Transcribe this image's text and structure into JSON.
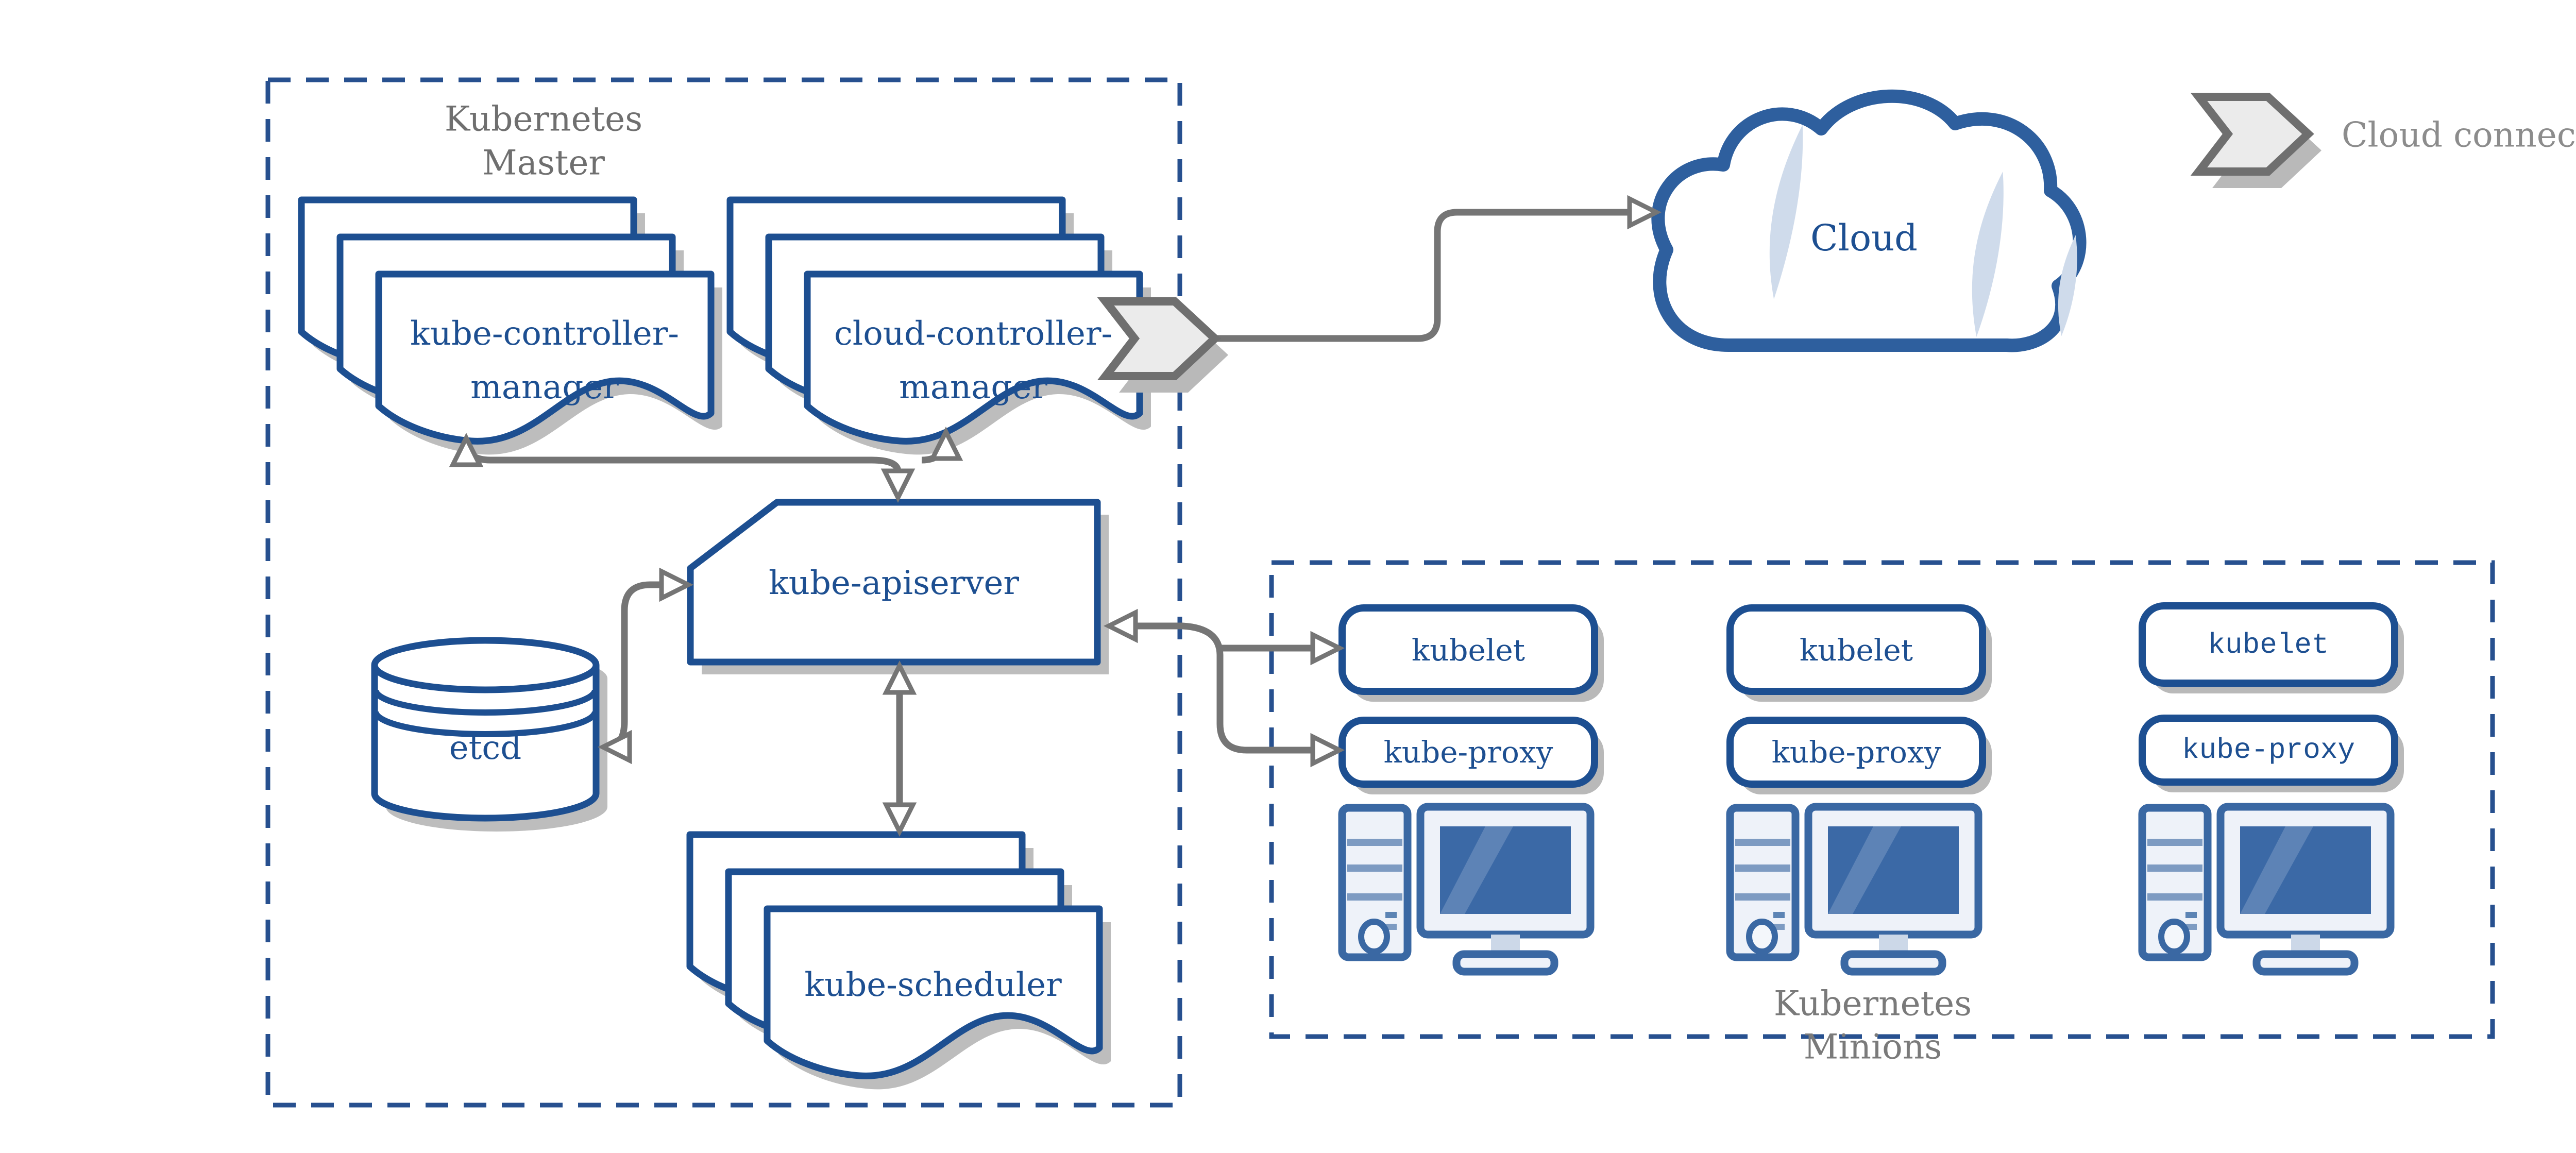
{
  "colors": {
    "diagram_blue": "#1d4f91",
    "cloud_blue": "#2e5f9e",
    "computer_blue": "#3a68a3",
    "screen_blue": "#3b69a6",
    "connector_gray": "#757575",
    "label_gray": "#6f6f6f",
    "legend_gray": "#8c8c8c",
    "shadow_gray": "#bdbdbd",
    "dashed_border_blue": "#27508f"
  },
  "master": {
    "label": [
      "Kubernetes",
      "Master"
    ],
    "kube_controller_manager": [
      "kube-controller-",
      "manager"
    ],
    "cloud_controller_manager": [
      "cloud-controller-",
      "manager"
    ],
    "kube_apiserver": "kube-apiserver",
    "etcd": "etcd",
    "kube_scheduler": "kube-scheduler"
  },
  "cloud": {
    "label": "Cloud"
  },
  "legend": {
    "label": "Cloud connector"
  },
  "minions": {
    "label": [
      "Kubernetes",
      "Minions"
    ],
    "nodes": [
      {
        "kubelet": "kubelet",
        "kube_proxy": "kube-proxy"
      },
      {
        "kubelet": "kubelet",
        "kube_proxy": "kube-proxy"
      },
      {
        "kubelet": "kubelet",
        "kube_proxy": "kube-proxy"
      }
    ]
  }
}
